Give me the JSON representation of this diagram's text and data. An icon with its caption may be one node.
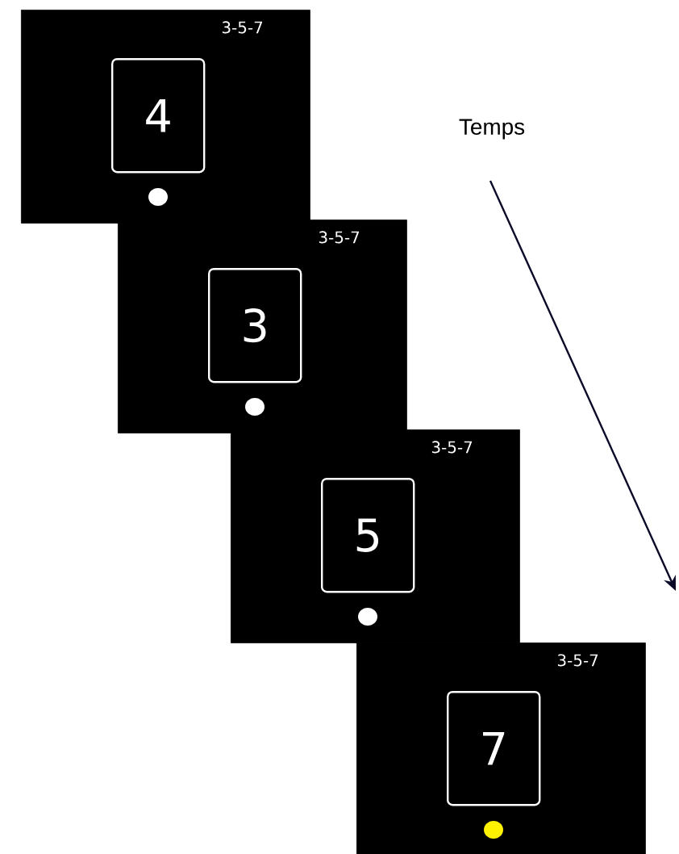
{
  "diagram": {
    "nodes": [
      {
        "text": [
          "3-5-7"
        ]
      },
      {
        "text": [
          "4"
        ],
        "in": 0
      },
      {
        "text": [
          "3-5-7"
        ]
      },
      {
        "text": [
          "3"
        ],
        "in": 2
      },
      {
        "text": [
          "3-5-7"
        ]
      },
      {
        "text": [
          "5"
        ],
        "in": 4
      },
      {
        "text": [
          "3-5-7"
        ]
      },
      {
        "text": [
          "7"
        ],
        "in": 6
      }
    ],
    "labels": [
      "Temps"
    ]
  }
}
